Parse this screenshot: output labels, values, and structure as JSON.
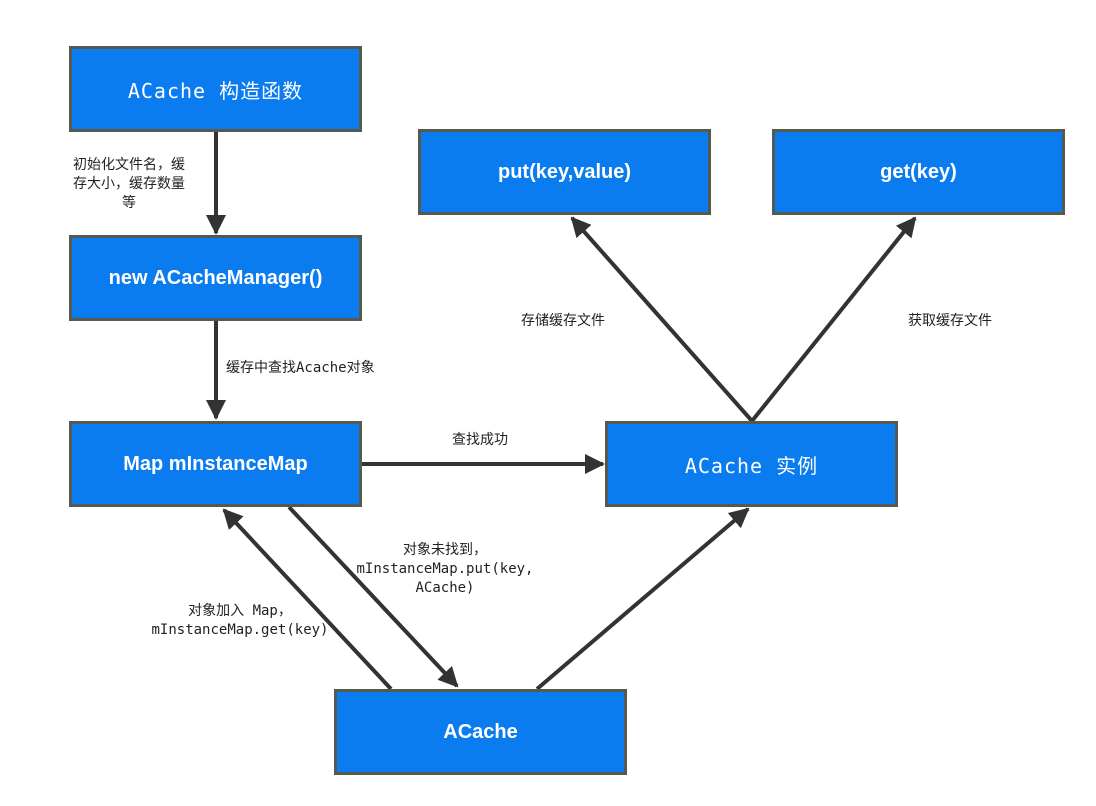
{
  "nodes": {
    "constructor": "ACache 构造函数",
    "manager": "new ACacheManager()",
    "instance_map": "Map mInstanceMap",
    "instance": "ACache 实例",
    "put": "put(key,value)",
    "get": "get(key)",
    "acache": "ACache"
  },
  "edges": {
    "init": [
      "初始化文件名，缓",
      "存大小，缓存数量",
      "等"
    ],
    "lookup": "缓存中查找Acache对象",
    "found": "查找成功",
    "not_found": [
      "对象未找到，",
      "mInstanceMap.put(key,",
      "ACache)"
    ],
    "added": [
      "对象加入 Map，",
      "mInstanceMap.get(key)"
    ],
    "store": "存储缓存文件",
    "fetch": "获取缓存文件"
  },
  "colors": {
    "node_fill": "#0a7cf0",
    "node_border": "#555a4f",
    "edge": "#333333"
  }
}
